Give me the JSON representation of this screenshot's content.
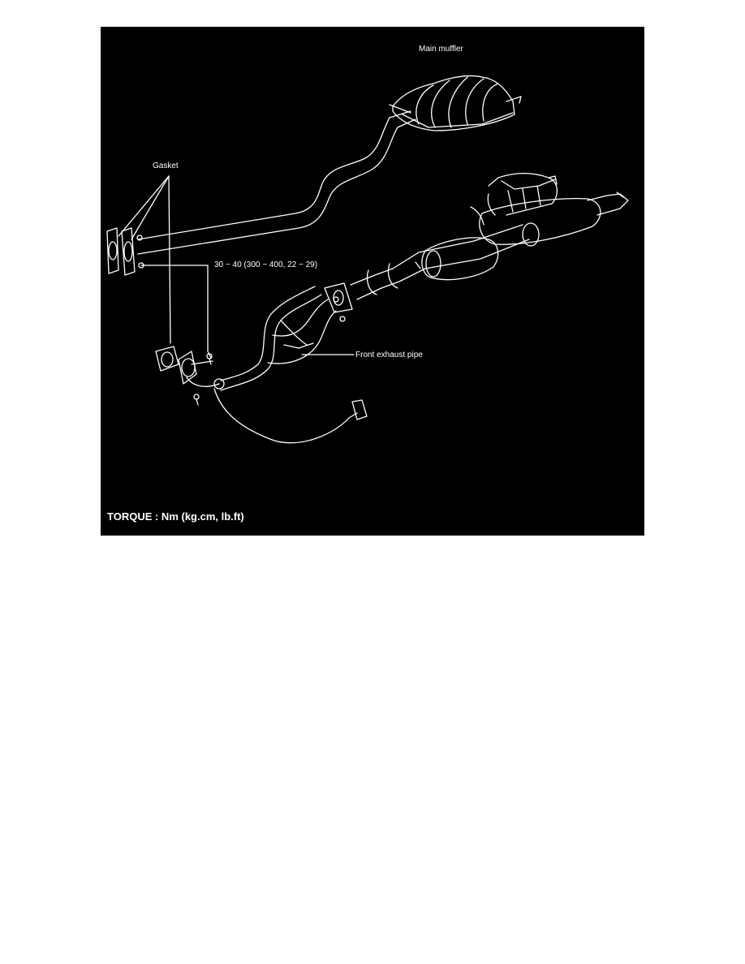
{
  "diagram": {
    "background": "#000000",
    "line_color": "#ffffff",
    "labels": {
      "main_muffler": "Main muffler",
      "gasket": "Gasket",
      "torque_spec": "30 ~ 40 (300 ~ 400, 22 ~ 29)",
      "front_exhaust_pipe": "Front exhaust pipe"
    },
    "footer": "TORQUE : Nm (kg.cm, lb.ft)"
  }
}
